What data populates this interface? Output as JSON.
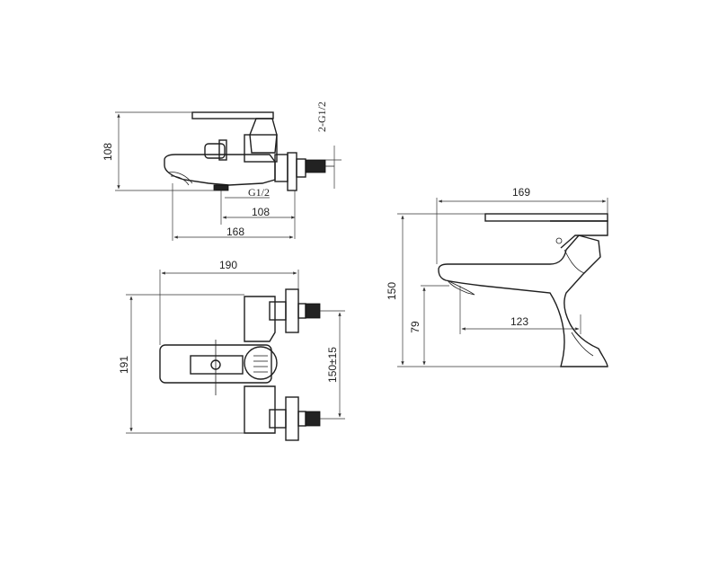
{
  "diagram": {
    "bath_mixer": {
      "side_view": {
        "height": "108",
        "thread_outlets": "2-G1/2",
        "thread_spout": "G1/2",
        "spout_offset": "108",
        "total_length": "168"
      },
      "top_view": {
        "width": "190",
        "depth": "191",
        "inlet_spacing": "150±15"
      }
    },
    "basin_mixer": {
      "length": "169",
      "height": "150",
      "spout_height": "79",
      "spout_reach": "123"
    }
  },
  "colors": {
    "line": "#1f1f1f",
    "fill_dark": "#222222",
    "background": "#ffffff"
  }
}
